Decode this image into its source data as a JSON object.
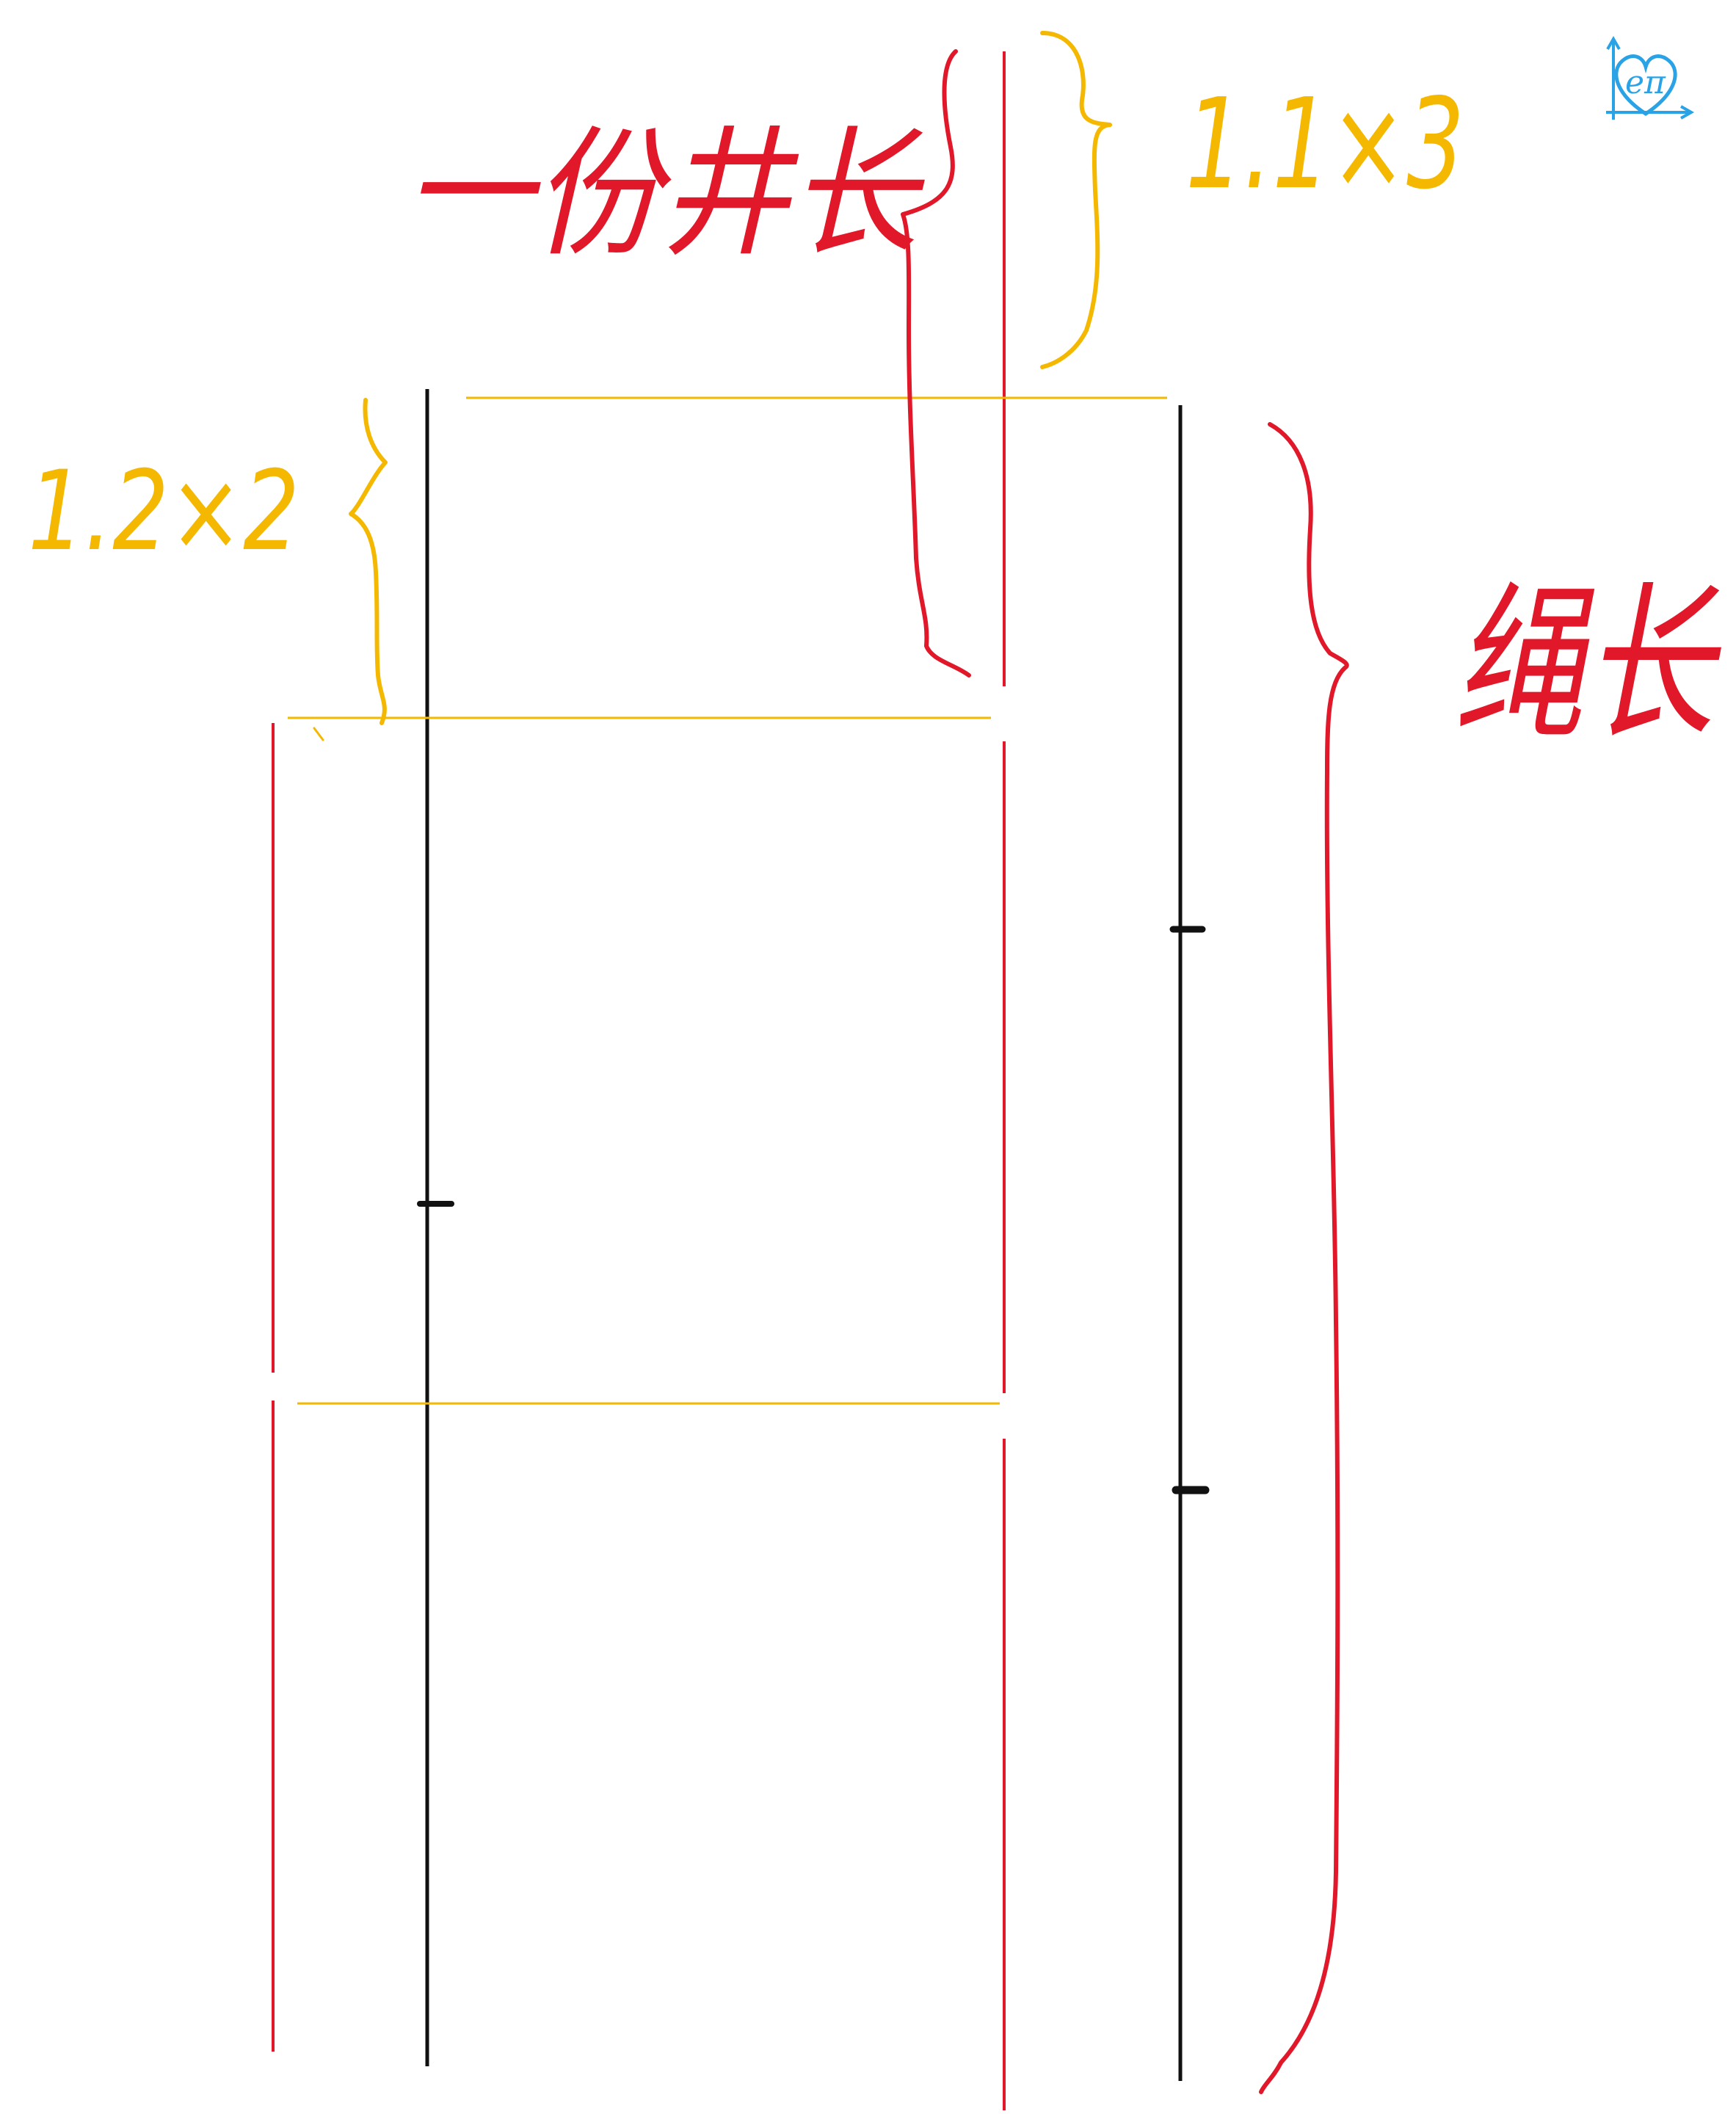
{
  "annotations": {
    "one_pole_length": "一份井长",
    "rope_length": "绳长",
    "measure_three_times": "1.1×3",
    "measure_two_times": "1.2×2"
  },
  "logo": {
    "text": "eπ",
    "icon": "heart-axes-logo-icon"
  },
  "colors": {
    "red": "#e0182a",
    "yellow": "#f5b800",
    "black": "#111111",
    "logo": "#2aa3e6"
  }
}
